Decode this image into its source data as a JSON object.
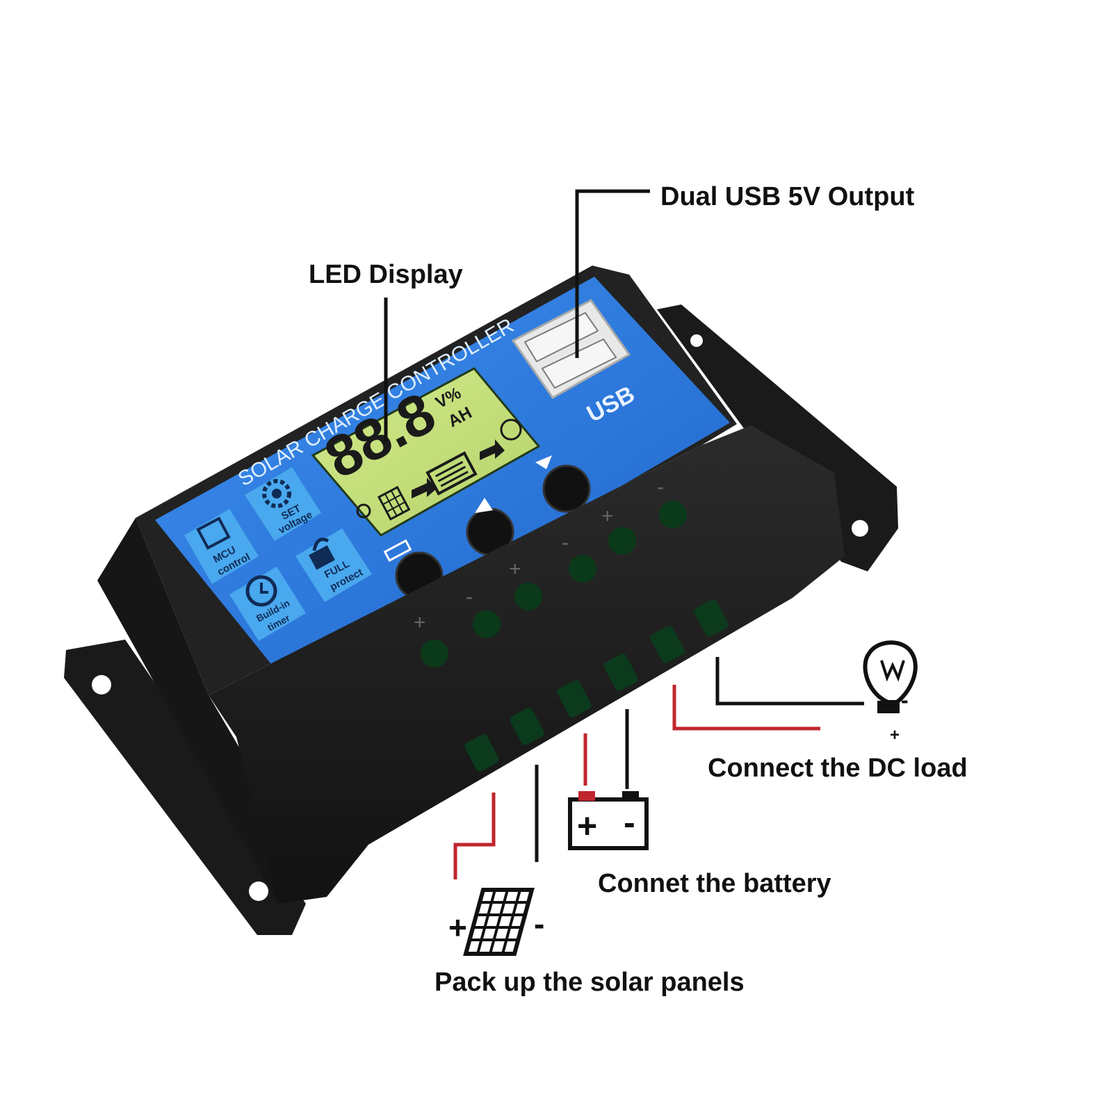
{
  "device": {
    "brand_label": "SOLAR CHARGE CONTROLLER",
    "usb_label": "USB",
    "lcd": {
      "digits": "88.8",
      "unit_top": "V%",
      "unit_bottom": "AH"
    },
    "feature_badges": [
      {
        "line1": "MCU",
        "line2": "control"
      },
      {
        "line1": "SET",
        "line2": "voltage"
      },
      {
        "line1": "Build-in",
        "line2": "timer"
      },
      {
        "line1": "FULL",
        "line2": "protect"
      }
    ],
    "terminal_signs": {
      "plus": "+",
      "minus": "-"
    }
  },
  "callouts": {
    "usb_output": "Dual USB 5V Output",
    "led_display": "LED Display",
    "dc_load": "Connect the DC load",
    "battery": "Connet the battery",
    "solar": "Pack up the solar panels"
  },
  "colors": {
    "panel_blue": "#2f7de0",
    "lcd_green": "#c6e07a",
    "housing": "#1c1c1c",
    "wire_red": "#c0262d",
    "wire_black": "#111111"
  },
  "icons": [
    "bulb-icon",
    "battery-icon",
    "solar-panel-icon",
    "gear-icon",
    "chip-icon",
    "clock-icon",
    "lock-icon"
  ]
}
